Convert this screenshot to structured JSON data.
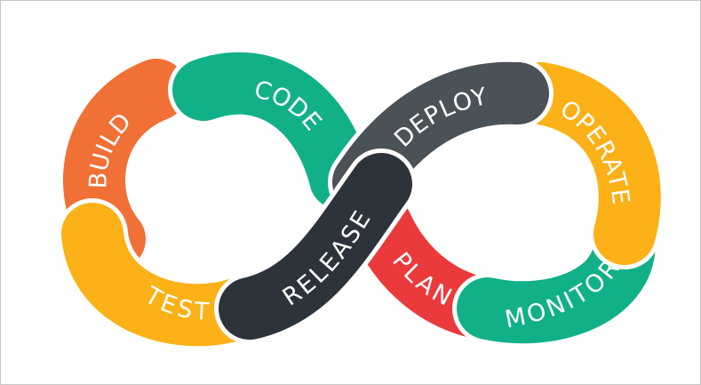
{
  "diagram": {
    "segments": [
      {
        "id": "build",
        "label": "BUILD",
        "color": "#f07036"
      },
      {
        "id": "test",
        "label": "TEST",
        "color": "#fbb117"
      },
      {
        "id": "code",
        "label": "CODE",
        "color": "#12b088"
      },
      {
        "id": "plan",
        "label": "PLAN",
        "color": "#ea3a3c"
      },
      {
        "id": "monitor",
        "label": "MONITOR",
        "color": "#12b088"
      },
      {
        "id": "operate",
        "label": "OPERATE",
        "color": "#fbb117"
      },
      {
        "id": "deploy",
        "label": "DEPLOY",
        "color": "#4a5157"
      },
      {
        "id": "release",
        "label": "RELEASE",
        "color": "#2d333b"
      }
    ]
  }
}
